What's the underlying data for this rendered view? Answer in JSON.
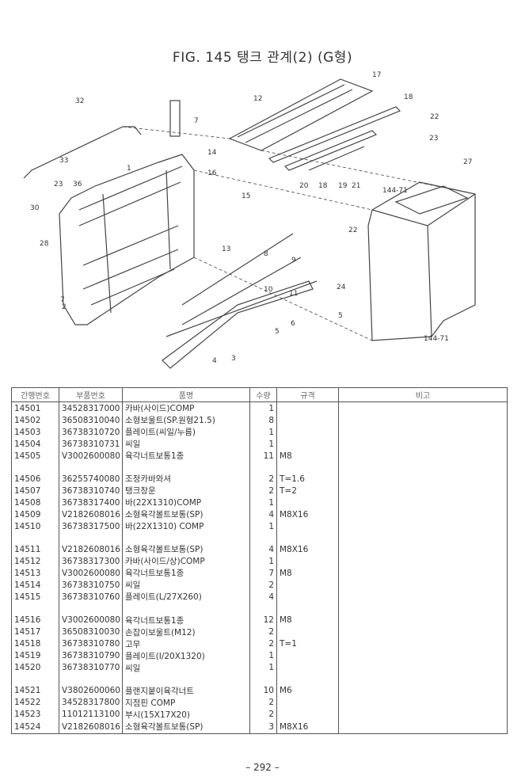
{
  "title": "FIG. 145 탱크 관계(2) (G형)",
  "diagram": {
    "callouts": [
      "32",
      "33",
      "23",
      "36",
      "30",
      "28",
      "1",
      "7",
      "2",
      "12",
      "17",
      "18",
      "22",
      "23",
      "27",
      "14",
      "16",
      "15",
      "20",
      "18",
      "19",
      "21",
      "144-71",
      "22",
      "13",
      "8",
      "9",
      "10",
      "11",
      "24",
      "5",
      "6",
      "5",
      "4",
      "3",
      "7",
      "144-71"
    ]
  },
  "table": {
    "headers": [
      "간행번호",
      "부품번호",
      "품명",
      "수량",
      "규격",
      "비고"
    ],
    "rows": [
      [
        "14501",
        "34528317000",
        "카바(사이드)COMP",
        "1",
        "",
        ""
      ],
      [
        "14502",
        "36508310040",
        "소형보울트(SP.원형21.5)",
        "8",
        "",
        ""
      ],
      [
        "14503",
        "36738310720",
        "플레이트(씨일/누름)",
        "1",
        "",
        ""
      ],
      [
        "14504",
        "36738310731",
        "씨일",
        "1",
        "",
        ""
      ],
      [
        "14505",
        "V3002600080",
        "육각너트보통1종",
        "11",
        "M8",
        ""
      ],
      [
        "",
        "",
        "",
        "",
        "",
        ""
      ],
      [
        "14506",
        "36255740080",
        "조정카바와셔",
        "2",
        "T=1.6",
        ""
      ],
      [
        "14507",
        "36738310740",
        "탱크창운",
        "2",
        "T=2",
        ""
      ],
      [
        "14508",
        "36738317400",
        "바(22X1310)COMP",
        "1",
        "",
        ""
      ],
      [
        "14509",
        "V2182608016",
        "소형육각볼트보통(SP)",
        "4",
        "M8X16",
        ""
      ],
      [
        "14510",
        "36738317500",
        "바(22X1310) COMP",
        "1",
        "",
        ""
      ],
      [
        "",
        "",
        "",
        "",
        "",
        ""
      ],
      [
        "14511",
        "V2182608016",
        "소형육각볼트보통(SP)",
        "4",
        "M8X16",
        ""
      ],
      [
        "14512",
        "36738317300",
        "카바(사이드/상)COMP",
        "1",
        "",
        ""
      ],
      [
        "14513",
        "V3002600080",
        "육각너트보통1종",
        "7",
        "M8",
        ""
      ],
      [
        "14514",
        "36738310750",
        "씨일",
        "2",
        "",
        ""
      ],
      [
        "14515",
        "36738310760",
        "플레이트(L/27X260)",
        "4",
        "",
        ""
      ],
      [
        "",
        "",
        "",
        "",
        "",
        ""
      ],
      [
        "14516",
        "V3002600080",
        "육각너트보통1종",
        "12",
        "M8",
        ""
      ],
      [
        "14517",
        "36508310030",
        "손잡이보울트(M12)",
        "2",
        "",
        ""
      ],
      [
        "14518",
        "36738310780",
        "고무",
        "2",
        "T=1",
        ""
      ],
      [
        "14519",
        "36738310790",
        "플레이트(I/20X1320)",
        "1",
        "",
        ""
      ],
      [
        "14520",
        "36738310770",
        "씨일",
        "1",
        "",
        ""
      ],
      [
        "",
        "",
        "",
        "",
        "",
        ""
      ],
      [
        "14521",
        "V3802600060",
        "플랜지붙이육각너트",
        "10",
        "M6",
        ""
      ],
      [
        "14522",
        "34528317800",
        "지점핀 COMP",
        "2",
        "",
        ""
      ],
      [
        "14523",
        "11012113100",
        "부시(15X17X20)",
        "2",
        "",
        ""
      ],
      [
        "14524",
        "V2182608016",
        "소형육각볼트보통(SP)",
        "3",
        "M8X16",
        ""
      ]
    ]
  },
  "page_number": "– 292 –"
}
